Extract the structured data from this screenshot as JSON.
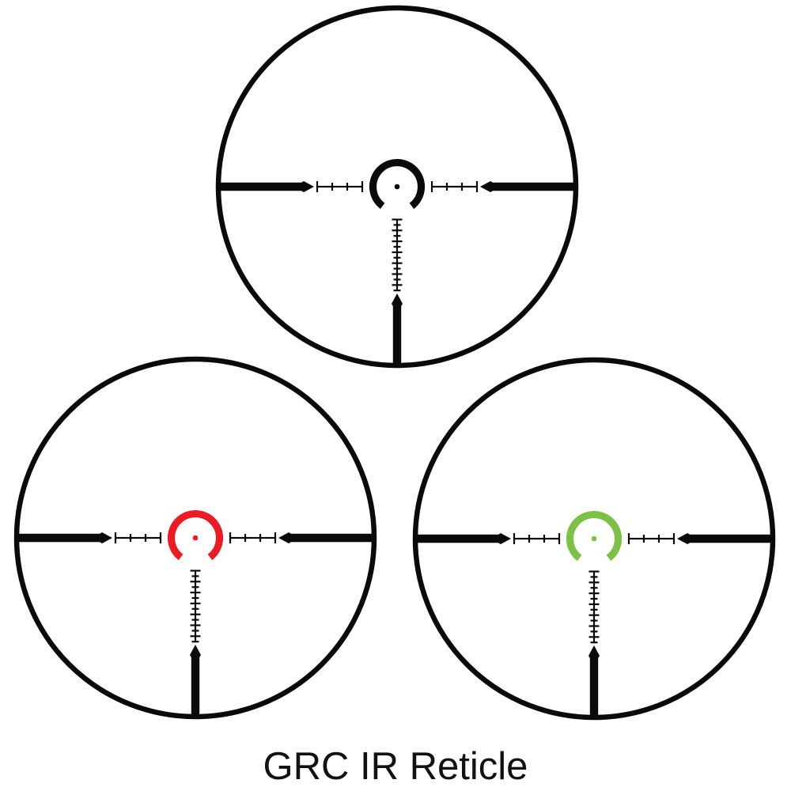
{
  "caption": "GRC IR Reticle",
  "scopes": [
    {
      "variant": "illumination-off",
      "position": "top",
      "color": "#0a0a0a"
    },
    {
      "variant": "red-illumination",
      "position": "bottom-left",
      "color": "#ED1C24"
    },
    {
      "variant": "green-illumination",
      "position": "bottom-right",
      "color": "#7CC144"
    }
  ],
  "theme": {
    "outline_color": "#0a0a0a",
    "background_color": "#ffffff",
    "red_illumination": "#ED1C24",
    "green_illumination": "#7CC144"
  }
}
